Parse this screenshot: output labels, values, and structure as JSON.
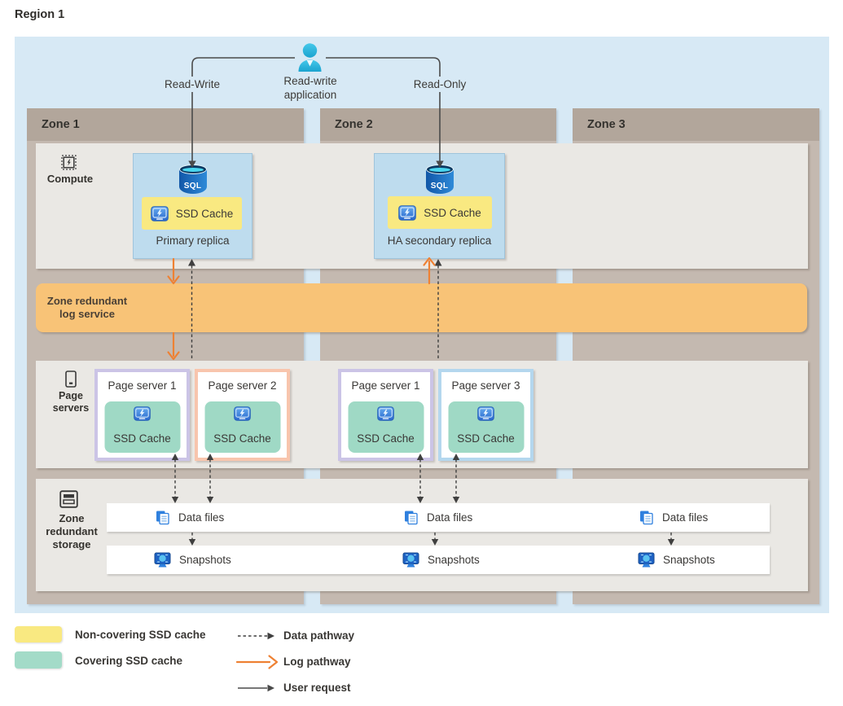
{
  "region": {
    "title": "Region 1"
  },
  "application": {
    "line1": "Read-write",
    "line2": "application",
    "read_write_label": "Read-Write",
    "read_only_label": "Read-Only"
  },
  "zones": {
    "zone1": "Zone 1",
    "zone2": "Zone 2",
    "zone3": "Zone 3"
  },
  "compute": {
    "label": "Compute",
    "primary": {
      "name": "Primary replica",
      "sql": "SQL",
      "ssd_cache": "SSD Cache"
    },
    "secondary": {
      "name": "HA secondary replica",
      "sql": "SQL",
      "ssd_cache": "SSD Cache"
    }
  },
  "log_service": {
    "line1": "Zone redundant",
    "line2": "log service"
  },
  "page_servers": {
    "label_line1": "Page",
    "label_line2": "servers",
    "boxes": [
      {
        "title": "Page server 1",
        "cache": "SSD Cache",
        "zone": "Zone 1",
        "frame": "lavender"
      },
      {
        "title": "Page server 2",
        "cache": "SSD Cache",
        "zone": "Zone 1",
        "frame": "salmon"
      },
      {
        "title": "Page server 1",
        "cache": "SSD Cache",
        "zone": "Zone 2",
        "frame": "lavender"
      },
      {
        "title": "Page server 3",
        "cache": "SSD Cache",
        "zone": "Zone 2",
        "frame": "blue"
      }
    ]
  },
  "storage": {
    "label_line1": "Zone",
    "label_line2": "redundant",
    "label_line3": "storage",
    "data_files": {
      "zone1": "Data files",
      "zone2": "Data files",
      "zone3": "Data files"
    },
    "snapshots": {
      "zone1": "Snapshots",
      "zone2": "Snapshots",
      "zone3": "Snapshots"
    }
  },
  "legend": {
    "non_covering": "Non-covering SSD cache",
    "covering": "Covering SSD cache",
    "data_pathway": "Data pathway",
    "log_pathway": "Log pathway",
    "user_request": "User request"
  },
  "colors": {
    "region_bg": "#d7e9f5",
    "zone_header": "#b2a69b",
    "zone_column": "#c4b9b0",
    "row_bg": "#eae8e4",
    "log_bar": "#f8c377",
    "non_covering_cache": "#f9e981",
    "covering_cache": "#9fd9c5",
    "replica_box": "#bedcee",
    "frame_lavender": "#cbc4e6",
    "frame_salmon": "#f8c5ad",
    "frame_blue": "#b4d7ee",
    "log_arrow": "#ee8133",
    "dark_arrow": "#474747",
    "storage_band": "#ffffff"
  }
}
